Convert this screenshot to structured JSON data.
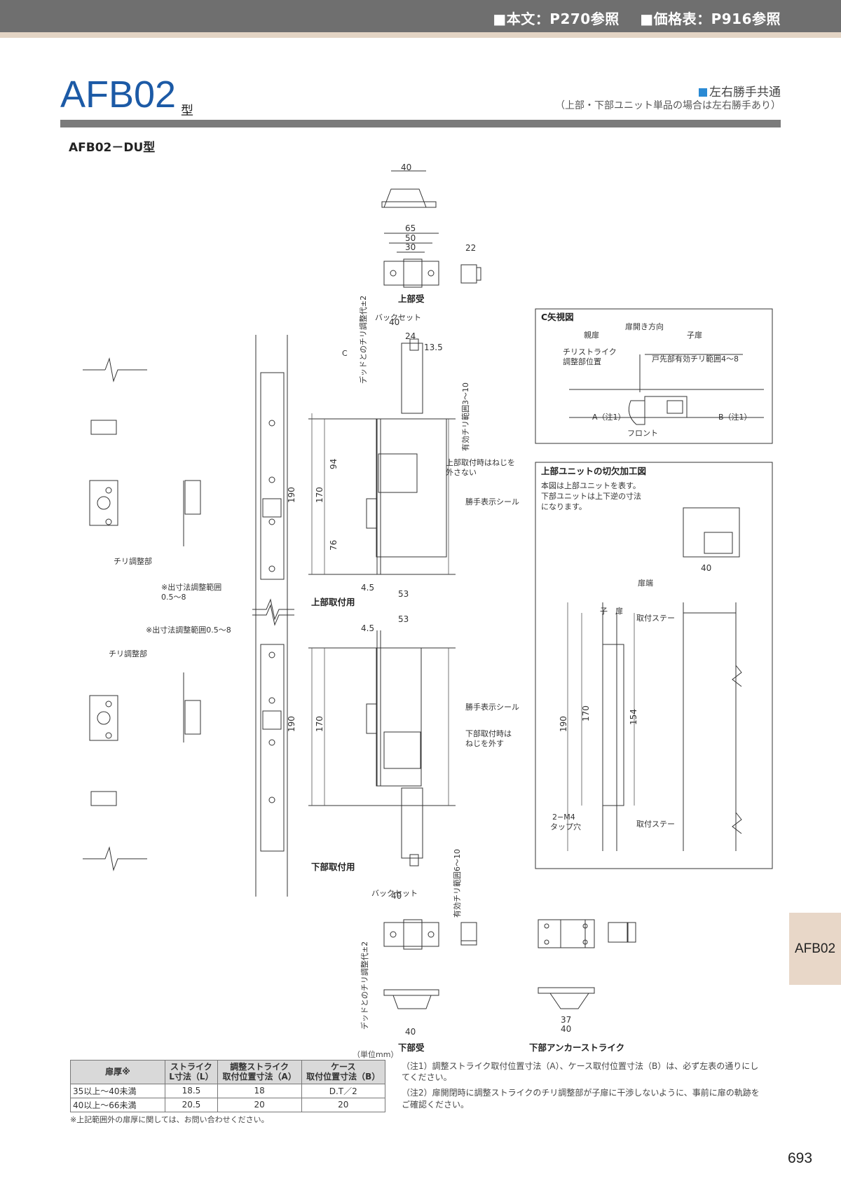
{
  "header": {
    "ref_text": "■本文：P270参照",
    "ref_price": "■価格表：P916参照"
  },
  "title": {
    "model": "AFB02",
    "suffix": "型",
    "note_line1": "左右勝手共通",
    "note_line2": "（上部・下部ユニット単品の場合は左右勝手あり）",
    "subtitle": "AFB02－DU型"
  },
  "drawing": {
    "upper_strike": "上部受",
    "upper_mount": "上部取付用",
    "lower_mount": "下部取付用",
    "lower_strike": "下部受",
    "lower_anchor_strike": "下部アンカーストライク",
    "c_view": "C矢視図",
    "cutout_title": "上部ユニットの切欠加工図",
    "cutout_note": [
      "本図は上部ユニットを表す。",
      "下部ユニットは上下逆の寸法",
      "になります。"
    ],
    "chiri_adjust": "チリ調整部",
    "range_note": "※出寸法調整範囲",
    "range_value": "0.5〜8",
    "range_note_full": "※出寸法調整範囲0.5〜8",
    "backset": "バックセット",
    "seal": "勝手表示シール",
    "upper_screw_1": "上部取付時はねじを",
    "upper_screw_2": "外さない",
    "lower_screw_1": "下部取付時は",
    "lower_screw_2": "ねじを外す",
    "chiri_effective_upper": "有効チリ範囲3〜10",
    "chiri_effective_lower": "有効チリ範囲6〜10",
    "dead_chiri": "デッドとのチリ調整代±2",
    "c_arrow": "C",
    "oyatobira": "親扉",
    "kotobira": "子扉",
    "open_direction": "扉開き方向",
    "chiri_strike_pos_1": "チリストライク",
    "chiri_strike_pos_2": "調整部位置",
    "door_tip_range": "戸先部有効チリ範囲4〜8",
    "front": "フロント",
    "a_note": "A（注1）",
    "b_note": "B（注1）",
    "door_edge": "扉端",
    "child_door": "子　扉",
    "mount_stay": "取付ステー",
    "tap": "2−M4",
    "tap2": "タップ穴"
  },
  "table": {
    "unit": "（単位mm）",
    "headers": [
      [
        "扉厚※"
      ],
      [
        "ストライク",
        "L寸法（L）"
      ],
      [
        "調整ストライク",
        "取付位置寸法（A）"
      ],
      [
        "ケース",
        "取付位置寸法（B）"
      ]
    ],
    "rows": [
      [
        "35以上〜40未満",
        "18.5",
        "18",
        "D.T／2"
      ],
      [
        "40以上〜66未満",
        "20.5",
        "20",
        "20"
      ]
    ],
    "footnote": "※上記範囲外の扉厚に関しては、お問い合わせください。"
  },
  "notes": [
    "（注1）調整ストライク取付位置寸法（A）、ケース取付位置寸法（B）は、必ず左表の通りにしてください。",
    "（注2）扉開閉時に調整ストライクのチリ調整部が子扉に干渉しないように、事前に扉の軌跡をご確認ください。"
  ],
  "side_tab": "AFB02",
  "page_number": "693"
}
